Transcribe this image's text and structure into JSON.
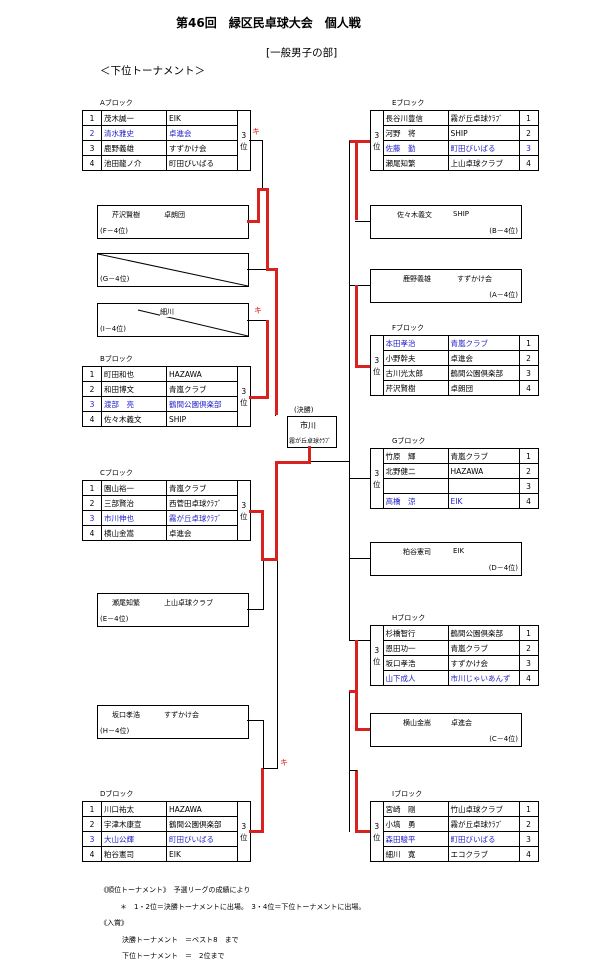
{
  "header": {
    "title": "第46回　緑区民卓球大会　個人戦",
    "category": "[一般男子の部]",
    "tournament": "＜下位トーナメント＞"
  },
  "place_label": [
    "3",
    "位"
  ],
  "win_mark": "キ",
  "blocks": {
    "A": {
      "label": "Aブロック",
      "rows": [
        {
          "rank": "1",
          "name": "茂木誠一",
          "club": "EIK"
        },
        {
          "rank": "2",
          "name": "清水雅史",
          "club": "卓進会"
        },
        {
          "rank": "3",
          "name": "鹿野義雄",
          "club": "すずかけ会"
        },
        {
          "rank": "4",
          "name": "池田龍ノ介",
          "club": "町田びいばる"
        }
      ]
    },
    "B": {
      "label": "Bブロック",
      "rows": [
        {
          "rank": "1",
          "name": "町田和也",
          "club": "HAZAWA"
        },
        {
          "rank": "2",
          "name": "和田博文",
          "club": "青嵐クラブ"
        },
        {
          "rank": "3",
          "name": "渡部　亮",
          "club": "鶴間公園倶楽部"
        },
        {
          "rank": "4",
          "name": "佐々木義文",
          "club": "SHIP"
        }
      ]
    },
    "C": {
      "label": "Cブロック",
      "rows": [
        {
          "rank": "1",
          "name": "園山裕一",
          "club": "青嵐クラブ"
        },
        {
          "rank": "2",
          "name": "三部賢治",
          "club": "西菅田卓球ｸﾗﾌﾞ"
        },
        {
          "rank": "3",
          "name": "市川伸也",
          "club": "霧が丘卓球ｸﾗﾌﾞ"
        },
        {
          "rank": "4",
          "name": "横山金嵩",
          "club": "卓進会"
        }
      ]
    },
    "D": {
      "label": "Dブロック",
      "rows": [
        {
          "rank": "1",
          "name": "川口祐太",
          "club": "HAZAWA"
        },
        {
          "rank": "2",
          "name": "宇津木康宣",
          "club": "鶴間公園倶楽部"
        },
        {
          "rank": "3",
          "name": "大山公輝",
          "club": "町田びいばる"
        },
        {
          "rank": "4",
          "name": "粕谷憲司",
          "club": "EIK"
        }
      ]
    },
    "E": {
      "label": "Eブロック",
      "rows": [
        {
          "rank": "1",
          "name": "長谷川豊信",
          "club": "霧が丘卓球ｸﾗﾌﾞ"
        },
        {
          "rank": "2",
          "name": "河野　将",
          "club": "SHIP"
        },
        {
          "rank": "3",
          "name": "佐藤　勤",
          "club": "町田びいばる"
        },
        {
          "rank": "4",
          "name": "瀬尾知繁",
          "club": "上山卓球クラブ"
        }
      ]
    },
    "F": {
      "label": "Fブロック",
      "rows": [
        {
          "rank": "1",
          "name": "本田孝治",
          "club": "青嵐クラブ"
        },
        {
          "rank": "2",
          "name": "小野幹夫",
          "club": "卓進会"
        },
        {
          "rank": "3",
          "name": "古川光太郎",
          "club": "鶴間公園倶楽部"
        },
        {
          "rank": "4",
          "name": "芹沢賢樹",
          "club": "卓朗団"
        }
      ]
    },
    "G": {
      "label": "Gブロック",
      "rows": [
        {
          "rank": "1",
          "name": "竹原　輝",
          "club": "青嵐クラブ"
        },
        {
          "rank": "2",
          "name": "北野健二",
          "club": "HAZAWA"
        },
        {
          "rank": "3",
          "name": "",
          "club": ""
        },
        {
          "rank": "4",
          "name": "高橋　涼",
          "club": "EIK"
        }
      ]
    },
    "H": {
      "label": "Hブロック",
      "rows": [
        {
          "rank": "1",
          "name": "杉橋智行",
          "club": "鶴間公園倶楽部"
        },
        {
          "rank": "2",
          "name": "恩田功一",
          "club": "青嵐クラブ"
        },
        {
          "rank": "3",
          "name": "坂口孝浩",
          "club": "すずかけ会"
        },
        {
          "rank": "4",
          "name": "山下成人",
          "club": "市川じゃいあんず"
        }
      ]
    },
    "I": {
      "label": "Iブロック",
      "rows": [
        {
          "rank": "1",
          "name": "宮崎　剛",
          "club": "竹山卓球クラブ"
        },
        {
          "rank": "2",
          "name": "小塙　勇",
          "club": "霧が丘卓球ｸﾗﾌﾞ"
        },
        {
          "rank": "3",
          "name": "森田駿平",
          "club": "町田びいばる"
        },
        {
          "rank": "4",
          "name": "細川　寛",
          "club": "エコクラブ"
        }
      ]
    }
  },
  "entries": {
    "F4": {
      "name": "芹沢賢樹",
      "club": "卓朗団",
      "tag": "(F－4位)"
    },
    "G4": {
      "tag": "(G－4位)"
    },
    "I4": {
      "name": "細川",
      "tag": "(I－4位)"
    },
    "E4": {
      "name": "瀬尾知繁",
      "club": "上山卓球クラブ",
      "tag": "(E－4位)"
    },
    "H4": {
      "name": "坂口孝浩",
      "club": "すずかけ会",
      "tag": "(H－4位)"
    },
    "B4": {
      "name": "佐々木義文",
      "club": "SHIP",
      "tag": "(B－4位)"
    },
    "A4": {
      "name": "鹿野義雄",
      "club": "すずかけ会",
      "tag": "(A－4位)"
    },
    "D4": {
      "name": "粕谷憲司",
      "club": "EIK",
      "tag": "(D－4位)"
    },
    "C4": {
      "name": "横山金嵩",
      "club": "卓進会",
      "tag": "(C－4位)"
    }
  },
  "final": {
    "label": "(決勝)",
    "winner": "市川",
    "club": "霧が丘卓球ｸﾗﾌﾞ"
  },
  "notes": {
    "heading": "《順位トーナメント》　予選リーグの成績により",
    "line1": "＊　1・2位＝決勝トーナメントに出場。　3・4位＝下位トーナメントに出場。",
    "prize_heading": "《入賞》",
    "prize1": "決勝トーナメント　＝ベスト8　まで",
    "prize2": "下位トーナメント　＝　2位まで"
  }
}
